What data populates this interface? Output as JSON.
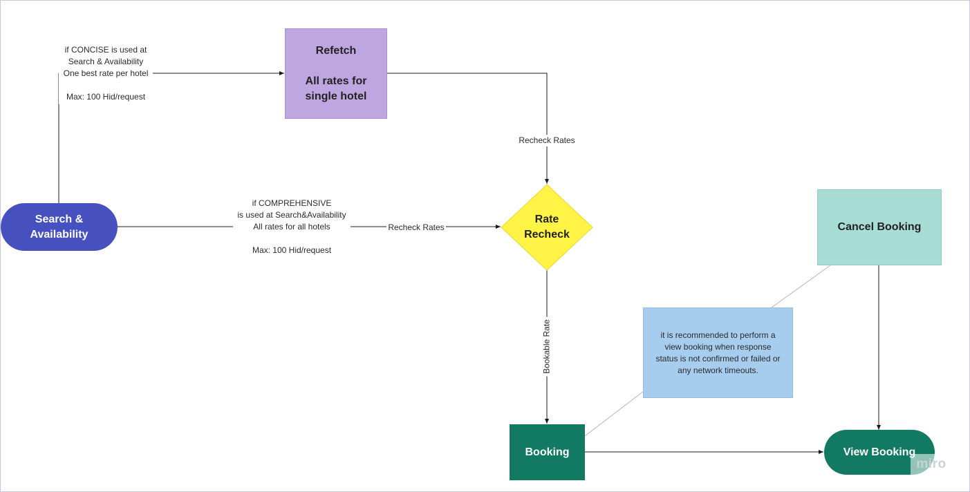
{
  "diagram": {
    "nodes": {
      "search_availability": "Search &\nAvailability",
      "refetch": "Refetch\n\nAll rates for\nsingle hotel",
      "rate_recheck": "Rate\nRecheck",
      "cancel_booking": "Cancel Booking",
      "booking": "Booking",
      "view_booking": "View Booking"
    },
    "note_text": "it is recommended to perform a view booking when response status is not confirmed or failed or any network timeouts.",
    "edge_labels": {
      "concise": "if CONCISE is used at\nSearch & Availability\nOne best rate per hotel\n\nMax: 100 Hid/request",
      "comprehensive": "if COMPREHENSIVE\nis used at Search&Availability\nAll rates for all hotels\n\nMax: 100 Hid/request",
      "recheck_top": "Recheck Rates",
      "recheck_mid": "Recheck Rates",
      "bookable_rate": "Bookable Rate"
    },
    "colors": {
      "search_availability": "#4651bf",
      "refetch": "#bea7e0",
      "rate_recheck": "#fff445",
      "cancel_booking": "#a7ddd5",
      "booking": "#127a63",
      "view_booking": "#127a63",
      "note": "#a6ccee",
      "connector": "#1a1a1a"
    },
    "watermark": "miro"
  }
}
